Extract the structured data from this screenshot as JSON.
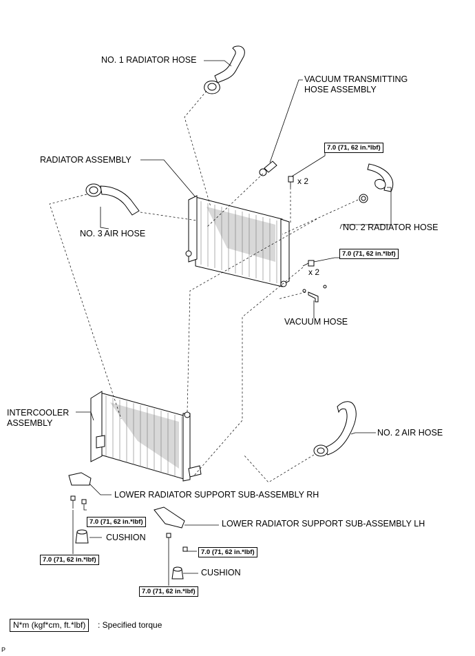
{
  "labels": {
    "no1_radiator_hose": "NO. 1 RADIATOR HOSE",
    "vacuum_transmitting_hose": "VACUUM TRANSMITTING\nHOSE ASSEMBLY",
    "radiator_assembly": "RADIATOR ASSEMBLY",
    "no3_air_hose": "NO. 3 AIR HOSE",
    "no2_radiator_hose": "NO. 2 RADIATOR HOSE",
    "vacuum_hose": "VACUUM HOSE",
    "intercooler_assembly": "INTERCOOLER\nASSEMBLY",
    "no2_air_hose": "NO. 2 AIR HOSE",
    "lower_support_rh": "LOWER RADIATOR SUPPORT SUB-ASSEMBLY RH",
    "lower_support_lh": "LOWER RADIATOR SUPPORT SUB-ASSEMBLY LH",
    "cushion_rh": "CUSHION",
    "cushion_lh": "CUSHION"
  },
  "torque_value": "7.0 (71, 62 in.*lbf)",
  "quantity_marks": {
    "upper_bolts": "x 2",
    "side_bolts": "x 2"
  },
  "legend": {
    "box_text": "N*m (kgf*cm, ft.*lbf)",
    "description": ": Specified torque"
  },
  "corner_mark": "P"
}
